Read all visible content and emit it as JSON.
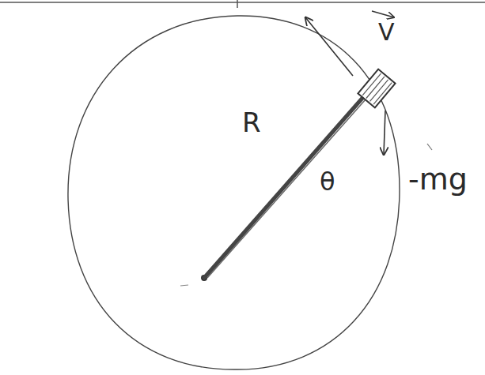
{
  "diagram": {
    "labels": [
      "R",
      "θ",
      "-mg",
      "V"
    ]
  }
}
